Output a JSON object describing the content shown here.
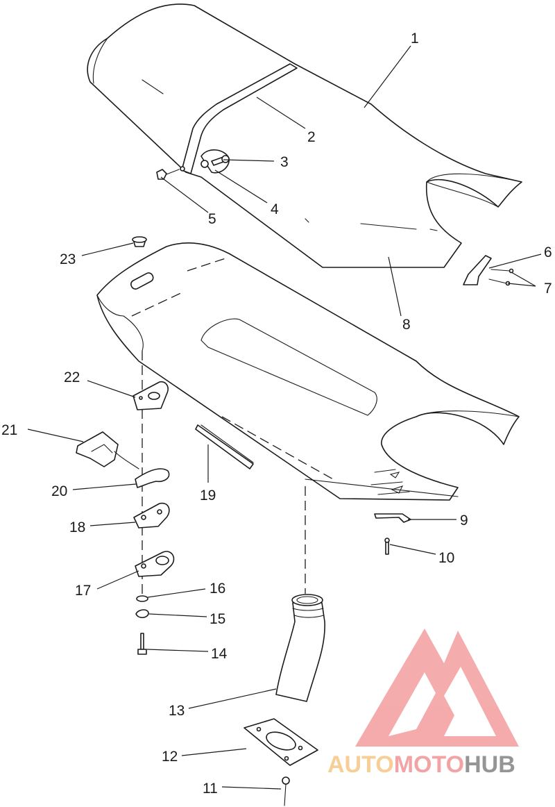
{
  "diagram": {
    "type": "exploded-parts-diagram",
    "callouts": [
      {
        "id": "1",
        "label": "1"
      },
      {
        "id": "2",
        "label": "2"
      },
      {
        "id": "3",
        "label": "3"
      },
      {
        "id": "4",
        "label": "4"
      },
      {
        "id": "5",
        "label": "5"
      },
      {
        "id": "6",
        "label": "6"
      },
      {
        "id": "7",
        "label": "7"
      },
      {
        "id": "8",
        "label": "8"
      },
      {
        "id": "9",
        "label": "9"
      },
      {
        "id": "10",
        "label": "10"
      },
      {
        "id": "11",
        "label": "11"
      },
      {
        "id": "12",
        "label": "12"
      },
      {
        "id": "13",
        "label": "13"
      },
      {
        "id": "14",
        "label": "14"
      },
      {
        "id": "15",
        "label": "15"
      },
      {
        "id": "16",
        "label": "16"
      },
      {
        "id": "17",
        "label": "17"
      },
      {
        "id": "18",
        "label": "18"
      },
      {
        "id": "19",
        "label": "19"
      },
      {
        "id": "20",
        "label": "20"
      },
      {
        "id": "21",
        "label": "21"
      },
      {
        "id": "22",
        "label": "22"
      },
      {
        "id": "23",
        "label": "23"
      }
    ]
  },
  "watermark": {
    "text_parts": [
      "AUTO",
      "MOTO",
      "HUB"
    ],
    "colors": {
      "auto": "#f7c98a",
      "moto": "#f29a9a",
      "hub": "#8a8a8a",
      "mark": "#f4a3a3"
    }
  }
}
